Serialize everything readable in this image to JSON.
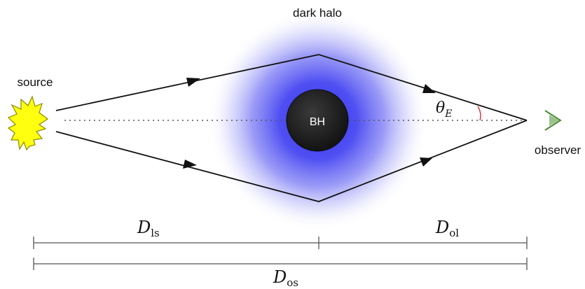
{
  "labels": {
    "dark_halo": "dark halo",
    "source": "source",
    "bh": "BH",
    "observer": "observer",
    "theta_symbol": "θ",
    "theta_sub": "E",
    "d_ls_symbol": "D",
    "d_ls_sub": "ls",
    "d_ol_symbol": "D",
    "d_ol_sub": "ol",
    "d_os_symbol": "D",
    "d_os_sub": "os"
  },
  "colors": {
    "halo": "#4a4af5",
    "bh": "#1c1c1c",
    "source_fill": "#ffff10",
    "source_stroke": "#8a8a00",
    "observer": "#4c8a3a",
    "angle_arc": "#d83030",
    "lines": "#111111",
    "axis_dots": "#555555",
    "scale": "#555555"
  },
  "icons": {
    "source": "star-burst-icon",
    "observer": "eye-triangle-icon"
  }
}
